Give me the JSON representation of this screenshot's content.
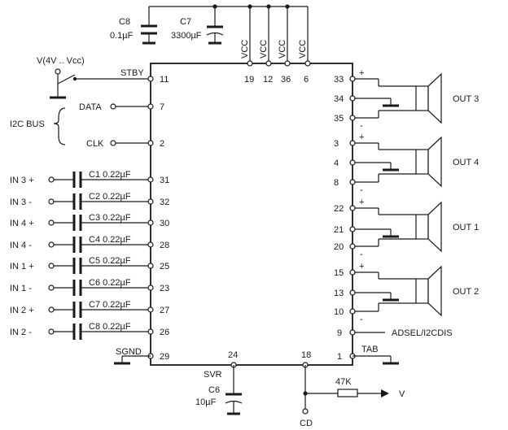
{
  "top": {
    "c8": {
      "name": "C8",
      "value": "0.1µF"
    },
    "c7": {
      "name": "C7",
      "value": "3300µF"
    },
    "vcc_pins": [
      {
        "label": "VCC",
        "pin": "19"
      },
      {
        "label": "VCC",
        "pin": "12"
      },
      {
        "label": "VCC",
        "pin": "36"
      },
      {
        "label": "VCC",
        "pin": "6"
      }
    ]
  },
  "left": {
    "supply_label": "V(4V .. Vcc)",
    "stby": {
      "label": "STBY",
      "pin": "11"
    },
    "i2c_label": "I2C BUS",
    "data": {
      "label": "DATA",
      "pin": "7"
    },
    "clk": {
      "label": "CLK",
      "pin": "2"
    },
    "inputs": [
      {
        "label": "IN 3 +",
        "cap": "C1 0.22µF",
        "pin": "31"
      },
      {
        "label": "IN 3 -",
        "cap": "C2 0.22µF",
        "pin": "32"
      },
      {
        "label": "IN 4 +",
        "cap": "C3 0.22µF",
        "pin": "30"
      },
      {
        "label": "IN 4 -",
        "cap": "C4 0.22µF",
        "pin": "28"
      },
      {
        "label": "IN 1 +",
        "cap": "C5 0.22µF",
        "pin": "25"
      },
      {
        "label": "IN 1 -",
        "cap": "C6 0.22µF",
        "pin": "23"
      },
      {
        "label": "IN 2 +",
        "cap": "C7 0.22µF",
        "pin": "27"
      },
      {
        "label": "IN 2 -",
        "cap": "C8 0.22µF",
        "pin": "26"
      }
    ],
    "sgnd": {
      "label": "SGND",
      "pin": "29"
    }
  },
  "bottom": {
    "svr": {
      "label": "SVR",
      "pin": "24"
    },
    "c6": {
      "name": "C6",
      "value": "10µF"
    },
    "cd": {
      "label": "CD",
      "pin": "18"
    },
    "resistor": "47K",
    "v_label": "V"
  },
  "right": {
    "outputs": [
      {
        "label": "OUT 3",
        "plus": "33",
        "mid": "34",
        "minus": "35"
      },
      {
        "label": "OUT 4",
        "plus": "3",
        "mid": "4",
        "minus": "8"
      },
      {
        "label": "OUT 1",
        "plus": "22",
        "mid": "21",
        "minus": "20"
      },
      {
        "label": "OUT 2",
        "plus": "15",
        "mid": "13",
        "minus": "10"
      }
    ],
    "plus_sign": "+",
    "minus_sign": "-",
    "adsel": {
      "label": "ADSEL/I2CDIS",
      "pin": "9"
    },
    "tab": {
      "label": "TAB",
      "pin": "1"
    }
  }
}
